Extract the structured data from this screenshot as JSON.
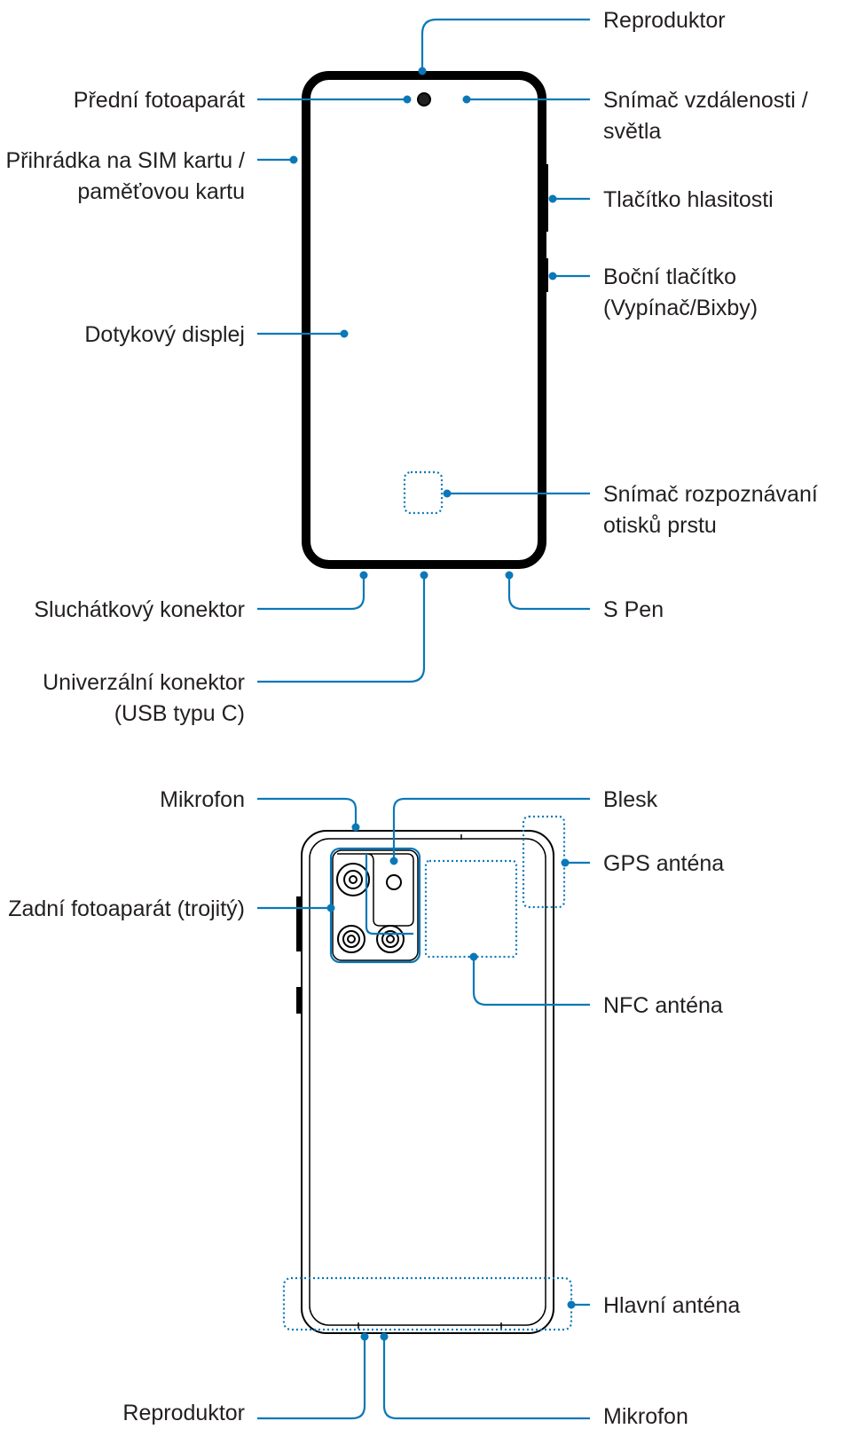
{
  "front_view": {
    "labels": {
      "top_speaker": "Reproduktor",
      "front_camera": "Přední fotoaparát",
      "proximity_light_sensor_line1": "Snímač vzdálenosti /",
      "proximity_light_sensor_line2": "světla",
      "sim_tray_line1": "Přihrádka na SIM kartu /",
      "sim_tray_line2": "paměťovou kartu",
      "volume_key": "Tlačítko hlasitosti",
      "side_key_line1": "Boční tlačítko",
      "side_key_line2": "(Vypínač/Bixby)",
      "touchscreen": "Dotykový displej",
      "fingerprint_sensor_line1": "Snímač rozpoznávaní",
      "fingerprint_sensor_line2": "otisků prstu",
      "earphone_jack": "Sluchátkový konektor",
      "s_pen": "S Pen",
      "usb_connector_line1": "Univerzální konektor",
      "usb_connector_line2": "(USB typu C)"
    }
  },
  "back_view": {
    "labels": {
      "top_microphone": "Mikrofon",
      "flash": "Blesk",
      "gps_antenna": "GPS anténa",
      "rear_camera": "Zadní fotoaparát (trojitý)",
      "nfc_antenna": "NFC anténa",
      "main_antenna": "Hlavní anténa",
      "bottom_speaker": "Reproduktor",
      "bottom_microphone": "Mikrofon"
    }
  },
  "colors": {
    "leader_line": "#0a78b8",
    "outline": "#000000",
    "text": "#231f20"
  }
}
